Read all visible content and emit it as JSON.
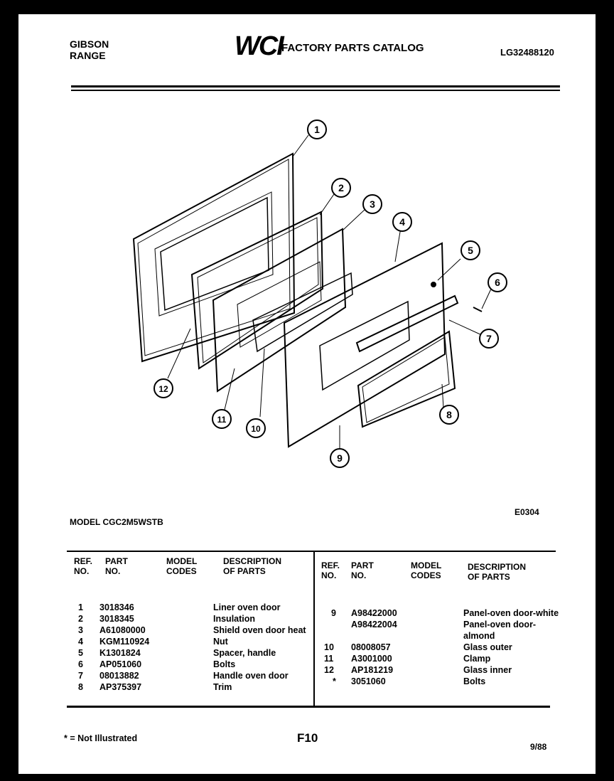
{
  "header": {
    "brand_line1": "GIBSON",
    "brand_line2": "RANGE",
    "logo": "WCI",
    "catalog_title": "FACTORY PARTS CATALOG",
    "catalog_number": "LG32488120"
  },
  "diagram": {
    "callouts": [
      "1",
      "2",
      "3",
      "4",
      "5",
      "6",
      "7",
      "8",
      "9",
      "10",
      "11",
      "12"
    ],
    "figure_code": "E0304"
  },
  "model_line": "MODEL CGC2M5WSTB",
  "table": {
    "headers": {
      "ref": [
        "REF.",
        "NO."
      ],
      "part": [
        "PART",
        "NO."
      ],
      "model": [
        "MODEL",
        "CODES"
      ],
      "desc": [
        "DESCRIPTION",
        "OF PARTS"
      ]
    },
    "left_rows": [
      {
        "ref": "1",
        "part": "3018346",
        "desc": "Liner oven door"
      },
      {
        "ref": "2",
        "part": "3018345",
        "desc": "Insulation"
      },
      {
        "ref": "3",
        "part": "A61080000",
        "desc": "Shield oven door heat"
      },
      {
        "ref": "4",
        "part": "KGM110924",
        "desc": "Nut"
      },
      {
        "ref": "5",
        "part": "K1301824",
        "desc": "Spacer, handle"
      },
      {
        "ref": "6",
        "part": "AP051060",
        "desc": "Bolts"
      },
      {
        "ref": "7",
        "part": "08013882",
        "desc": "Handle oven door"
      },
      {
        "ref": "8",
        "part": "AP375397",
        "desc": "Trim"
      }
    ],
    "right_rows": [
      {
        "ref": "9",
        "part": "A98422000",
        "desc": "Panel-oven door-white"
      },
      {
        "ref": "",
        "part": "A98422004",
        "desc": "Panel-oven door-"
      },
      {
        "ref": "",
        "part": "",
        "desc": "almond"
      },
      {
        "ref": "10",
        "part": "08008057",
        "desc": "Glass outer"
      },
      {
        "ref": "11",
        "part": "A3001000",
        "desc": "Clamp"
      },
      {
        "ref": "12",
        "part": "AP181219",
        "desc": "Glass inner"
      },
      {
        "ref": "*",
        "part": "3051060",
        "desc": "Bolts"
      }
    ]
  },
  "footer": {
    "note": "* = Not Illustrated",
    "page": "F10",
    "date": "9/88"
  }
}
